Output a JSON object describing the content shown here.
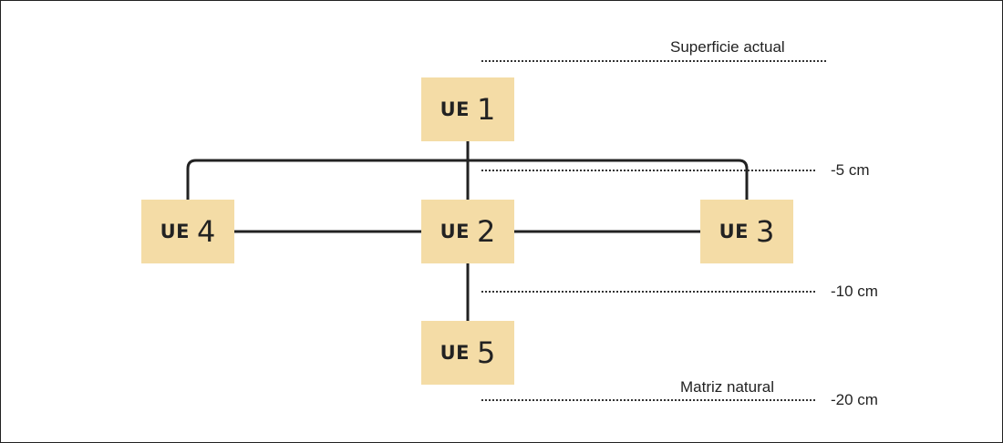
{
  "units": {
    "ue1": {
      "prefix": "UE",
      "num": "1"
    },
    "ue2": {
      "prefix": "UE",
      "num": "2"
    },
    "ue3": {
      "prefix": "UE",
      "num": "3"
    },
    "ue4": {
      "prefix": "UE",
      "num": "4"
    },
    "ue5": {
      "prefix": "UE",
      "num": "5"
    }
  },
  "levels": {
    "surface": "Superficie actual",
    "natural_matrix": "Matriz natural",
    "depth_5": "-5 cm",
    "depth_10": "-10 cm",
    "depth_20": "-20 cm"
  },
  "colors": {
    "unit_fill": "#f4dca6",
    "line": "#222222"
  },
  "edges": [
    [
      "UE 1",
      "UE 2"
    ],
    [
      "UE 2",
      "UE 3"
    ],
    [
      "UE 2",
      "UE 4"
    ],
    [
      "UE 3",
      "UE 4"
    ],
    [
      "UE 2",
      "UE 5"
    ]
  ]
}
